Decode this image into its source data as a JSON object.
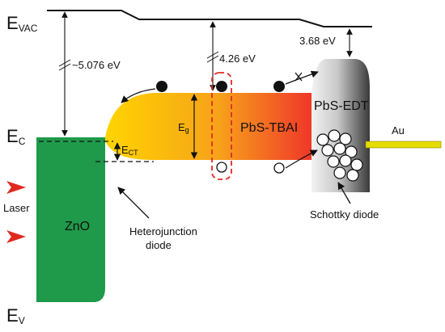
{
  "labels": {
    "evac_main": "E",
    "evac_sub": "VAC",
    "ec_main": "E",
    "ec_sub": "C",
    "ev_main": "E",
    "ev_sub": "V",
    "gap_5076": "~5.076 eV",
    "gap_426": "4.26 eV",
    "gap_368": "3.68 eV",
    "eg_main": "E",
    "eg_sub": "g",
    "ect_main": "E",
    "ect_sub": "CT",
    "zno": "ZnO",
    "pbs_tbai": "PbS-TBAI",
    "pbs_edt": "PbS-EDT",
    "au": "Au",
    "laser": "Laser",
    "heterojunction_line1": "Heterojunction",
    "heterojunction_line2": "diode",
    "schottky": "Schottky diode"
  },
  "colors": {
    "zno": "#1f9a4a",
    "gradient_start": "#ffd400",
    "gradient_end": "#f0372a",
    "edt_dark": "#3a3a3a",
    "edt_light": "#f2f2f2",
    "au": "#e6dd00",
    "laser": "#e02a20",
    "dashed_box": "#e02a20",
    "lines": "#111111"
  }
}
